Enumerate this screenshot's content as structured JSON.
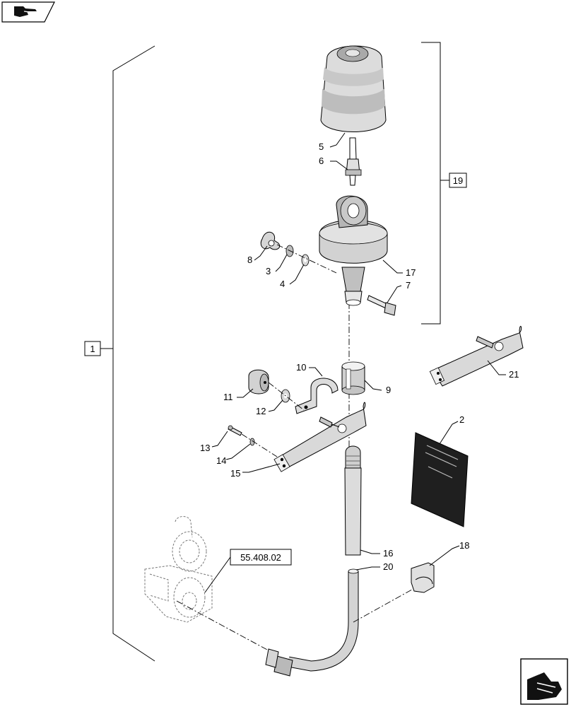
{
  "navigation": {
    "back_icon": "hand-pointing-left-icon",
    "next_icon": "hand-pointing-right-icon"
  },
  "callouts": {
    "assembly_main": "1",
    "assembly_beacon": "19",
    "reference_link": "55.408.02"
  },
  "part_labels": {
    "p2": "2",
    "p3": "3",
    "p4": "4",
    "p5": "5",
    "p6": "6",
    "p7": "7",
    "p8": "8",
    "p9": "9",
    "p10": "10",
    "p11": "11",
    "p12": "12",
    "p13": "13",
    "p14": "14",
    "p15": "15",
    "p16": "16",
    "p17": "17",
    "p18": "18",
    "p20": "20",
    "p21": "21"
  }
}
